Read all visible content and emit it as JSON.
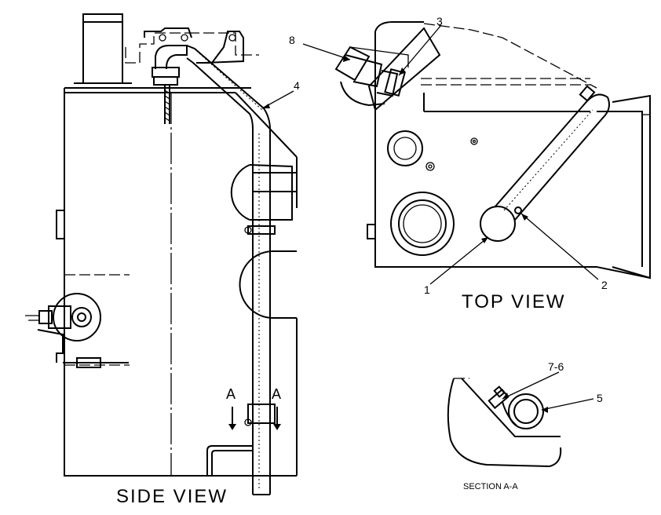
{
  "titles": {
    "side_view": "SIDE VIEW",
    "top_view": "TOP VIEW",
    "section": "SECTION A-A"
  },
  "callouts": {
    "c1": "1",
    "c2": "2",
    "c3": "3",
    "c4": "4",
    "c5": "5",
    "c76": "7-6",
    "c8": "8"
  },
  "section_markers": {
    "left": "A",
    "right": "A"
  }
}
